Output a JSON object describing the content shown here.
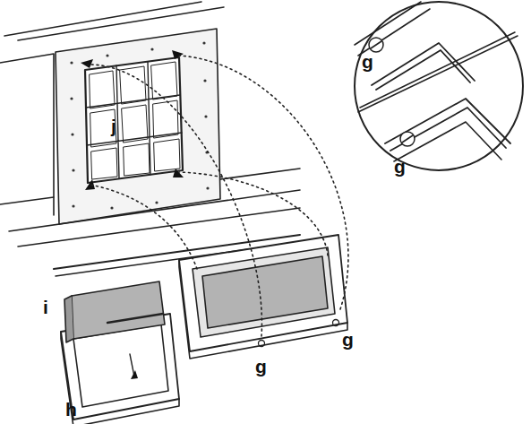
{
  "diagram": {
    "labels": [
      "g",
      "g",
      "j",
      "i",
      "h",
      "g",
      "g"
    ]
  }
}
